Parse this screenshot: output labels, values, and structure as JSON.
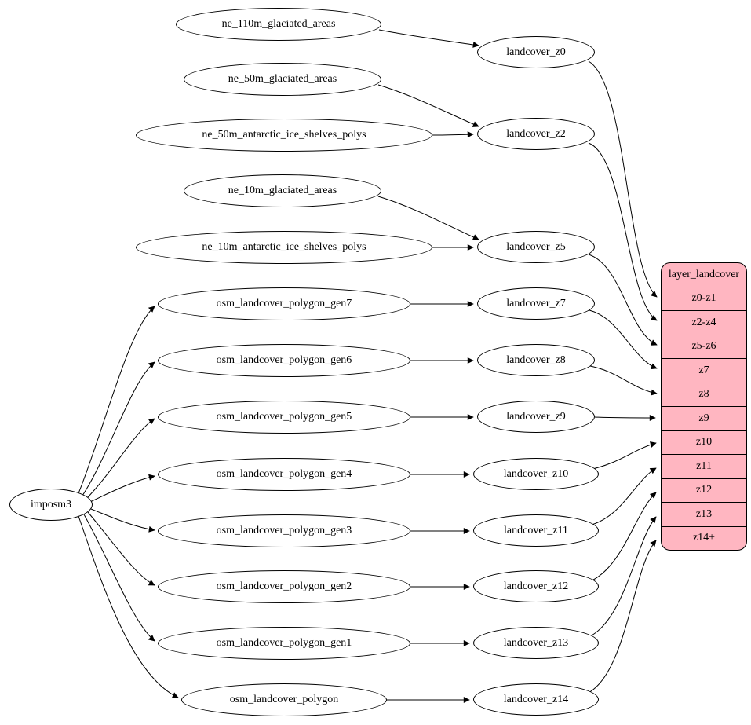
{
  "diagram": {
    "left_node": "imposm3",
    "sources": [
      "ne_110m_glaciated_areas",
      "ne_50m_glaciated_areas",
      "ne_50m_antarctic_ice_shelves_polys",
      "ne_10m_glaciated_areas",
      "ne_10m_antarctic_ice_shelves_polys",
      "osm_landcover_polygon_gen7",
      "osm_landcover_polygon_gen6",
      "osm_landcover_polygon_gen5",
      "osm_landcover_polygon_gen4",
      "osm_landcover_polygon_gen3",
      "osm_landcover_polygon_gen2",
      "osm_landcover_polygon_gen1",
      "osm_landcover_polygon"
    ],
    "intermediates": [
      "landcover_z0",
      "landcover_z2",
      "landcover_z5",
      "landcover_z7",
      "landcover_z8",
      "landcover_z9",
      "landcover_z10",
      "landcover_z11",
      "landcover_z12",
      "landcover_z13",
      "landcover_z14"
    ],
    "layer_table": {
      "title": "layer_landcover",
      "rows": [
        "z0-z1",
        "z2-z4",
        "z5-z6",
        "z7",
        "z8",
        "z9",
        "z10",
        "z11",
        "z12",
        "z13",
        "z14+"
      ],
      "fill_color": "#ffb6c1",
      "border_color": "#000000"
    },
    "edges": [
      {
        "from": "imposm3",
        "to": "osm_landcover_polygon_gen7"
      },
      {
        "from": "imposm3",
        "to": "osm_landcover_polygon_gen6"
      },
      {
        "from": "imposm3",
        "to": "osm_landcover_polygon_gen5"
      },
      {
        "from": "imposm3",
        "to": "osm_landcover_polygon_gen4"
      },
      {
        "from": "imposm3",
        "to": "osm_landcover_polygon_gen3"
      },
      {
        "from": "imposm3",
        "to": "osm_landcover_polygon_gen2"
      },
      {
        "from": "imposm3",
        "to": "osm_landcover_polygon_gen1"
      },
      {
        "from": "imposm3",
        "to": "osm_landcover_polygon"
      },
      {
        "from": "ne_110m_glaciated_areas",
        "to": "landcover_z0"
      },
      {
        "from": "ne_50m_glaciated_areas",
        "to": "landcover_z2"
      },
      {
        "from": "ne_50m_antarctic_ice_shelves_polys",
        "to": "landcover_z2"
      },
      {
        "from": "ne_10m_glaciated_areas",
        "to": "landcover_z5"
      },
      {
        "from": "ne_10m_antarctic_ice_shelves_polys",
        "to": "landcover_z5"
      },
      {
        "from": "osm_landcover_polygon_gen7",
        "to": "landcover_z7"
      },
      {
        "from": "osm_landcover_polygon_gen6",
        "to": "landcover_z8"
      },
      {
        "from": "osm_landcover_polygon_gen5",
        "to": "landcover_z9"
      },
      {
        "from": "osm_landcover_polygon_gen4",
        "to": "landcover_z10"
      },
      {
        "from": "osm_landcover_polygon_gen3",
        "to": "landcover_z11"
      },
      {
        "from": "osm_landcover_polygon_gen2",
        "to": "landcover_z12"
      },
      {
        "from": "osm_landcover_polygon_gen1",
        "to": "landcover_z13"
      },
      {
        "from": "osm_landcover_polygon",
        "to": "landcover_z14"
      },
      {
        "from": "landcover_z0",
        "to": "layer_landcover:z0-z1"
      },
      {
        "from": "landcover_z2",
        "to": "layer_landcover:z2-z4"
      },
      {
        "from": "landcover_z5",
        "to": "layer_landcover:z5-z6"
      },
      {
        "from": "landcover_z7",
        "to": "layer_landcover:z7"
      },
      {
        "from": "landcover_z8",
        "to": "layer_landcover:z8"
      },
      {
        "from": "landcover_z9",
        "to": "layer_landcover:z9"
      },
      {
        "from": "landcover_z10",
        "to": "layer_landcover:z10"
      },
      {
        "from": "landcover_z11",
        "to": "layer_landcover:z11"
      },
      {
        "from": "landcover_z12",
        "to": "layer_landcover:z12"
      },
      {
        "from": "landcover_z13",
        "to": "layer_landcover:z13"
      },
      {
        "from": "landcover_z14",
        "to": "layer_landcover:z14+"
      }
    ]
  }
}
